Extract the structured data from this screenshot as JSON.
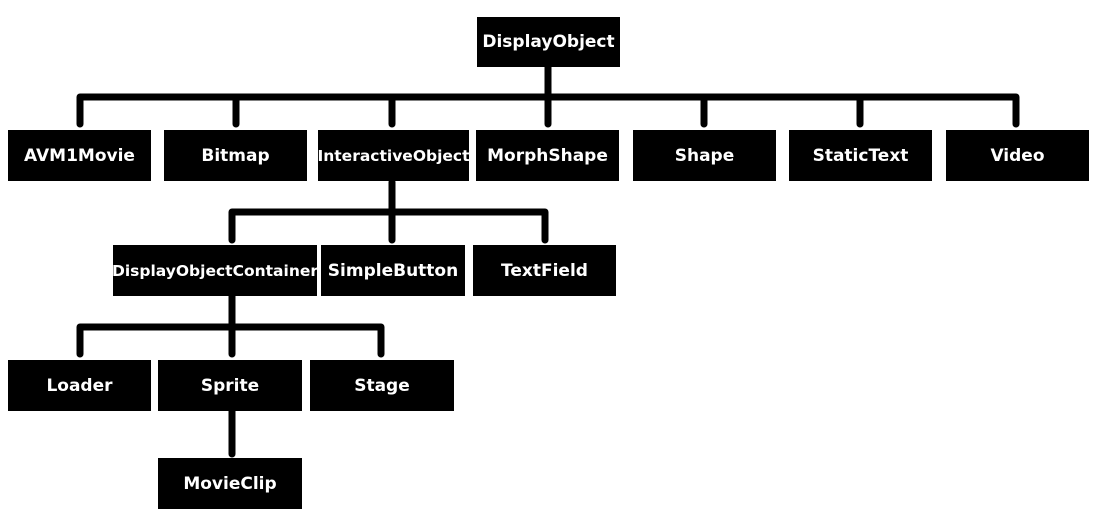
{
  "diagram": {
    "root": "DisplayObject",
    "level1": [
      "AVM1Movie",
      "Bitmap",
      "InteractiveObject",
      "MorphShape",
      "Shape",
      "StaticText",
      "Video"
    ],
    "level2": [
      "DisplayObjectContainer",
      "SimpleButton",
      "TextField"
    ],
    "level3": [
      "Loader",
      "Sprite",
      "Stage"
    ],
    "level4": [
      "MovieClip"
    ]
  }
}
